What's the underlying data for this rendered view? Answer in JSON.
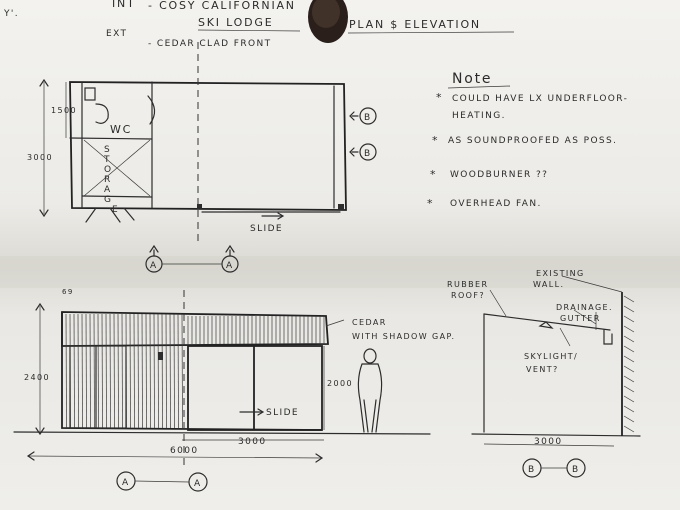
{
  "header": {
    "line1_prefix": "INT",
    "line1": "- COSY CALIFORNIAN",
    "line2": "SKI LODGE",
    "plan_title": "PLAN $ ELEVATION",
    "ext_label": "EXT",
    "ext_value": "- CEDAR CLAD FRONT",
    "corner_mark": "Y'."
  },
  "notes": {
    "heading": "Note",
    "items": [
      {
        "bullet": "*",
        "line1": "COULD HAVE LX UNDERFLOOR-",
        "line2": "HEATING."
      },
      {
        "bullet": "*",
        "line1": "AS SOUNDPROOFED AS POSS.",
        "line2": ""
      },
      {
        "bullet": "*",
        "line1": "WOODBURNER ??",
        "line2": ""
      },
      {
        "bullet": "*",
        "line1": "OVERHEAD FAN.",
        "line2": ""
      }
    ]
  },
  "plan": {
    "dim_top": "1500",
    "dim_total": "3000",
    "wc_label": "WC",
    "storage_letters": [
      "S",
      "T",
      "O",
      "R",
      "A",
      "G",
      "E"
    ],
    "slide_label": "SLIDE",
    "section_mark": "A",
    "side_mark": "B"
  },
  "front_elevation": {
    "angle_label": "69",
    "height_label": "2400",
    "door_height_label": "2000",
    "slide_label": "SLIDE",
    "opening_width_label": "3000",
    "total_width_label": "6000",
    "cedar_label_1": "CEDAR",
    "cedar_label_2": "WITH SHADOW GAP.",
    "section_mark": "A"
  },
  "side_section": {
    "rubber_roof_1": "RUBBER",
    "rubber_roof_2": "ROOF?",
    "existing_wall_1": "EXISTING",
    "existing_wall_2": "WALL.",
    "drainage_1": "DRAINAGE.",
    "drainage_2": "GUTTER",
    "skylight_1": "SKYLIGHT/",
    "skylight_2": "VENT?",
    "width_label": "3000",
    "section_mark": "B"
  }
}
